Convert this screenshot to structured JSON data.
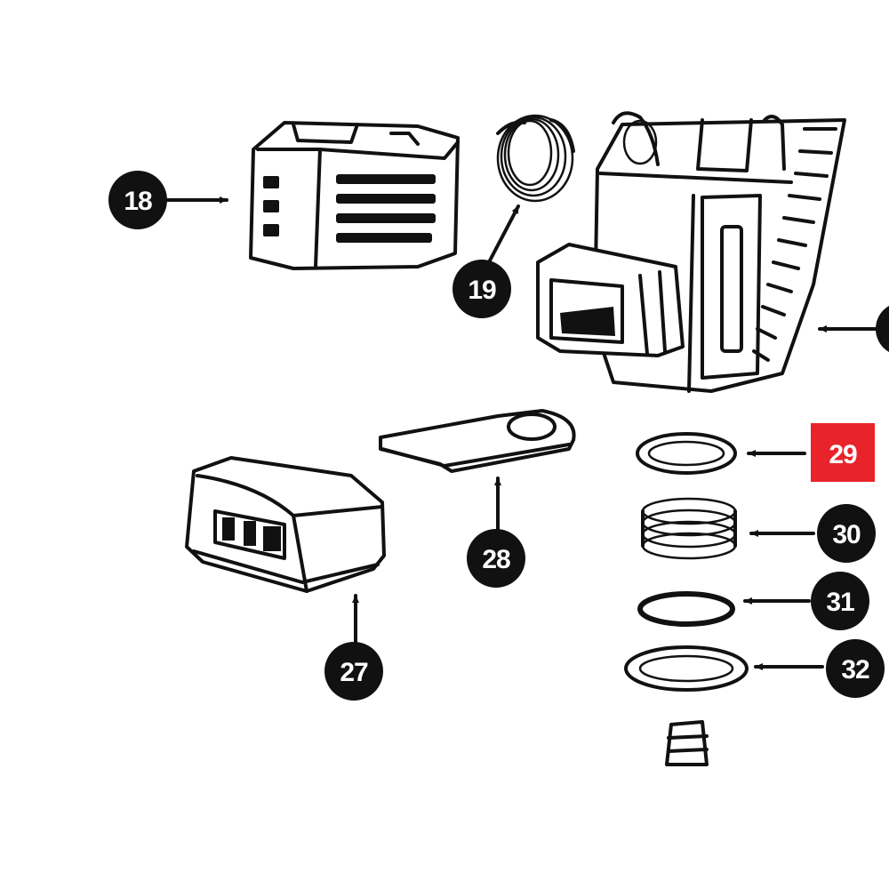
{
  "callouts": {
    "c18": "18",
    "c19": "19",
    "c27": "27",
    "c28": "28",
    "c29": "29",
    "c30": "30",
    "c31": "31",
    "c32": "32"
  },
  "colors": {
    "badge": "#111111",
    "highlight": "#e8232a",
    "line": "#111111",
    "background": "#ffffff"
  }
}
